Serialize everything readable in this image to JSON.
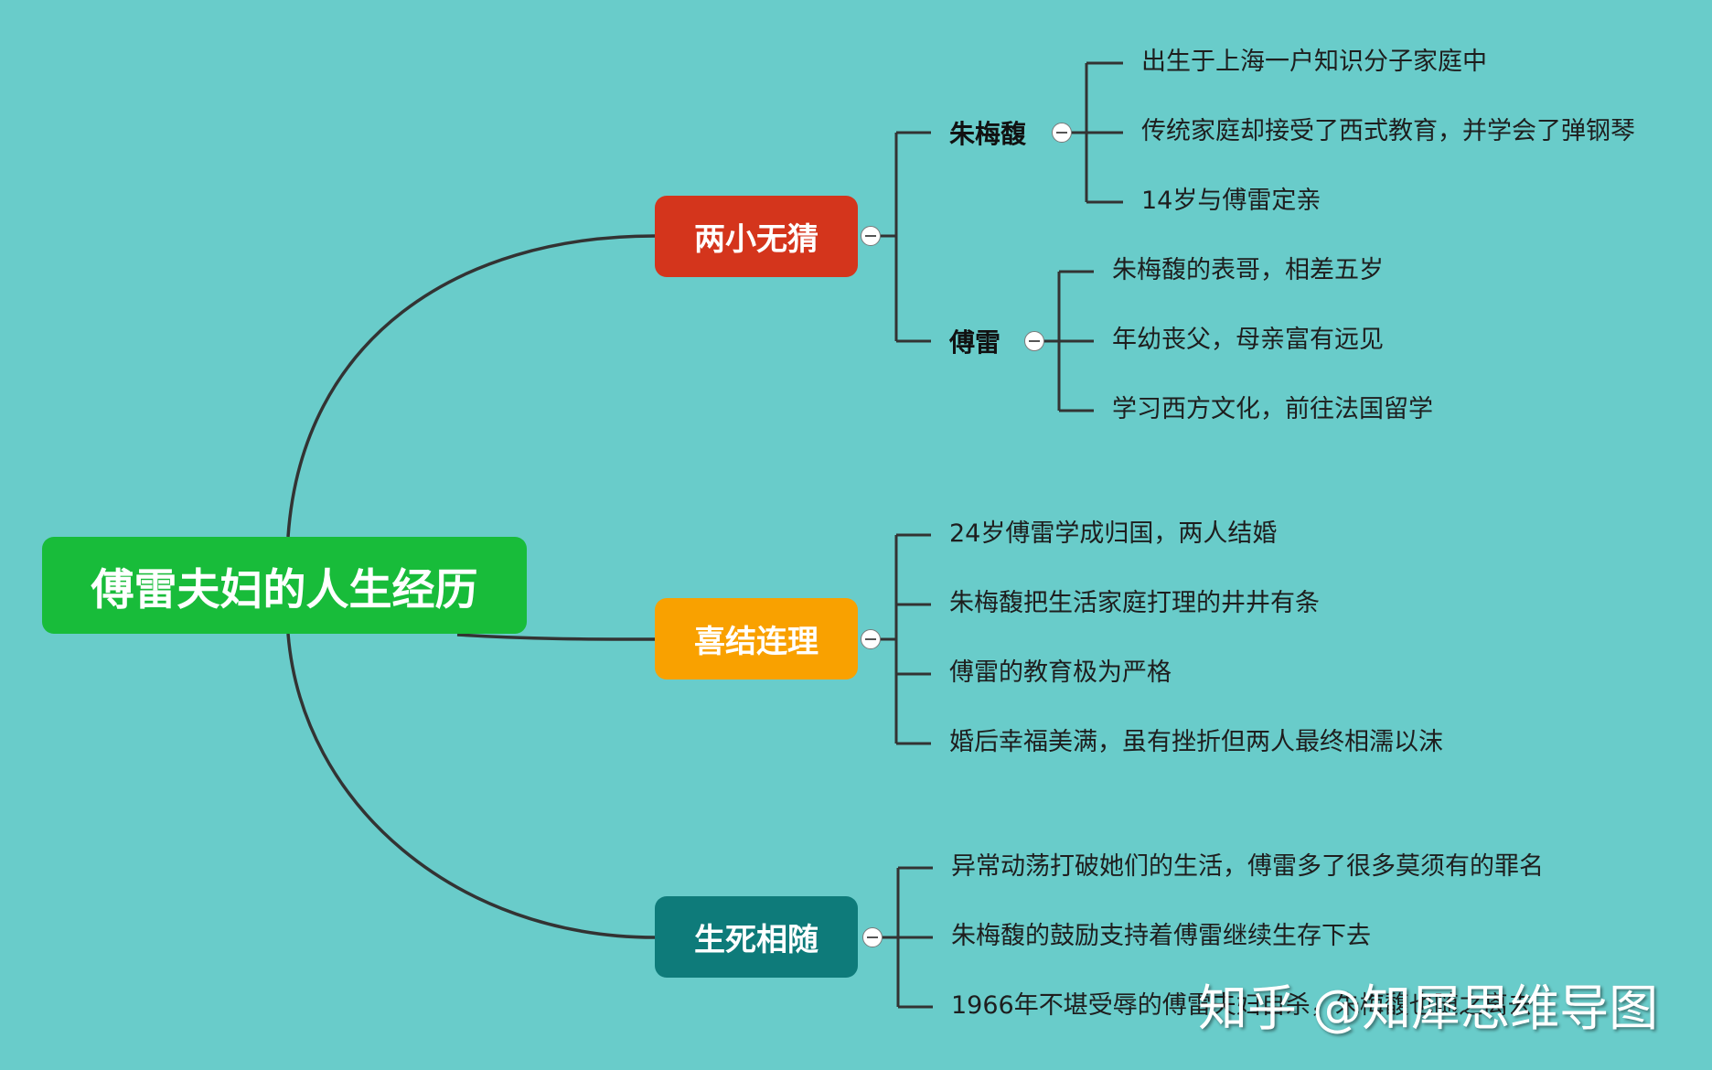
{
  "colors": {
    "background": "#69CCCA",
    "root": "#18BC3A",
    "branch_1": "#D4351C",
    "branch_2": "#F9A100",
    "branch_3": "#0E7B7A",
    "connector": "#333333"
  },
  "root": {
    "label": "傅雷夫妇的人生经历"
  },
  "branches": [
    {
      "label": "两小无猜",
      "subtopics": [
        {
          "label": "朱梅馥",
          "items": [
            "出生于上海一户知识分子家庭中",
            "传统家庭却接受了西式教育，并学会了弹钢琴",
            "14岁与傅雷定亲"
          ]
        },
        {
          "label": "傅雷",
          "items": [
            "朱梅馥的表哥，相差五岁",
            "年幼丧父，母亲富有远见",
            "学习西方文化，前往法国留学"
          ]
        }
      ]
    },
    {
      "label": "喜结连理",
      "items": [
        "24岁傅雷学成归国，两人结婚",
        "朱梅馥把生活家庭打理的井井有条",
        "傅雷的教育极为严格",
        "婚后幸福美满，虽有挫折但两人最终相濡以沫"
      ]
    },
    {
      "label": "生死相随",
      "items": [
        "异常动荡打破她们的生活，傅雷多了很多莫须有的罪名",
        "朱梅馥的鼓励支持着傅雷继续生存下去",
        "1966年不堪受辱的傅雷夫妇自杀，朱梅馥也随之离去"
      ]
    }
  ],
  "watermark": "知乎 @知犀思维导图"
}
